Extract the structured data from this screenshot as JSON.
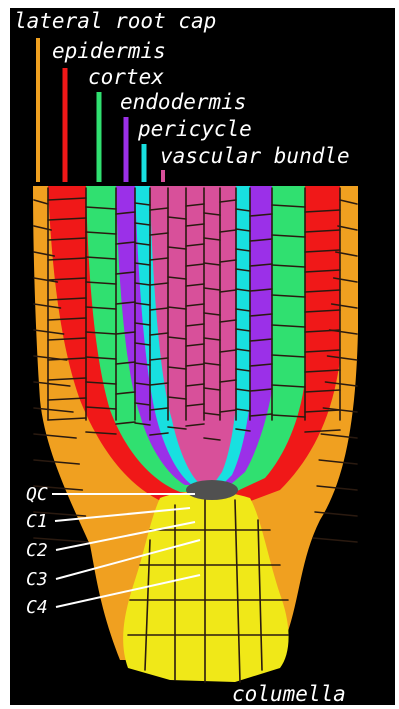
{
  "labels": {
    "lateral_root_cap": "lateral root cap",
    "epidermis": "epidermis",
    "cortex": "cortex",
    "endodermis": "endodermis",
    "pericycle": "pericycle",
    "vascular_bundle": "vascular bundle",
    "qc": "QC",
    "c1": "C1",
    "c2": "C2",
    "c3": "C3",
    "c4": "C4",
    "columella": "columella"
  },
  "colors": {
    "lateral_root_cap": "#F0A020",
    "epidermis": "#F01818",
    "cortex": "#30E070",
    "endodermis": "#9B30E8",
    "pericycle": "#18E0E0",
    "vascular_bundle": "#D8509A",
    "columella": "#F0E818",
    "qc": "#505050",
    "cell_wall": "#2a1a10"
  }
}
